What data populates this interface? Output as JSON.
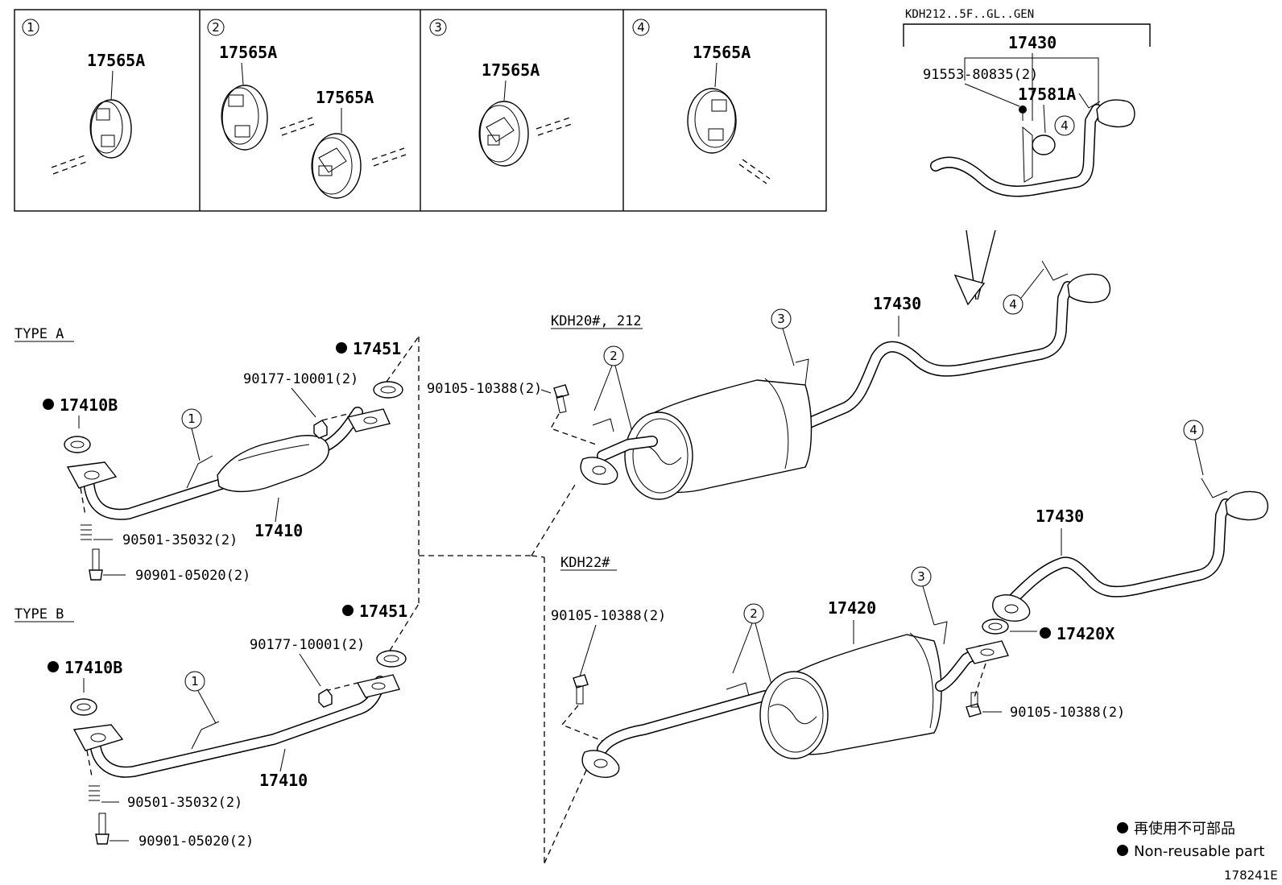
{
  "legend": {
    "cn": "再使用不可部品",
    "en": "Non-reusable part"
  },
  "figure_id": "178241E",
  "detail_panels": [
    {
      "num": "1",
      "labels": [
        "17565A"
      ]
    },
    {
      "num": "2",
      "labels": [
        "17565A",
        "17565A"
      ]
    },
    {
      "num": "3",
      "labels": [
        "17565A"
      ]
    },
    {
      "num": "4",
      "labels": [
        "17565A"
      ]
    }
  ],
  "kdh212": {
    "header": "KDH212..5F..GL..GEN",
    "part_17430": "17430",
    "bolt": "91553-80835(2)",
    "part_17581A": "17581A",
    "callout": "4"
  },
  "type_a": {
    "label": "TYPE A",
    "p17451": "17451",
    "p90177": "90177-10001(2)",
    "p17410B": "17410B",
    "callout": "1",
    "p17410": "17410",
    "p90501": "90501-35032(2)",
    "p90901": "90901-05020(2)"
  },
  "type_b": {
    "label": "TYPE B",
    "p17451": "17451",
    "p90177": "90177-10001(2)",
    "p17410B": "17410B",
    "callout": "1",
    "p17410": "17410",
    "p90501": "90501-35032(2)",
    "p90901": "90901-05020(2)"
  },
  "kdh20": {
    "label": "KDH20#, 212",
    "bolt": "90105-10388(2)",
    "callout2": "2",
    "callout3": "3",
    "callout4": "4",
    "p17430": "17430"
  },
  "kdh22": {
    "label": "KDH22#",
    "bolt": "90105-10388(2)",
    "callout2": "2",
    "callout3": "3",
    "callout4": "4",
    "p17420": "17420",
    "p17430": "17430",
    "p17420X": "17420X",
    "bolt2": "90105-10388(2)"
  }
}
